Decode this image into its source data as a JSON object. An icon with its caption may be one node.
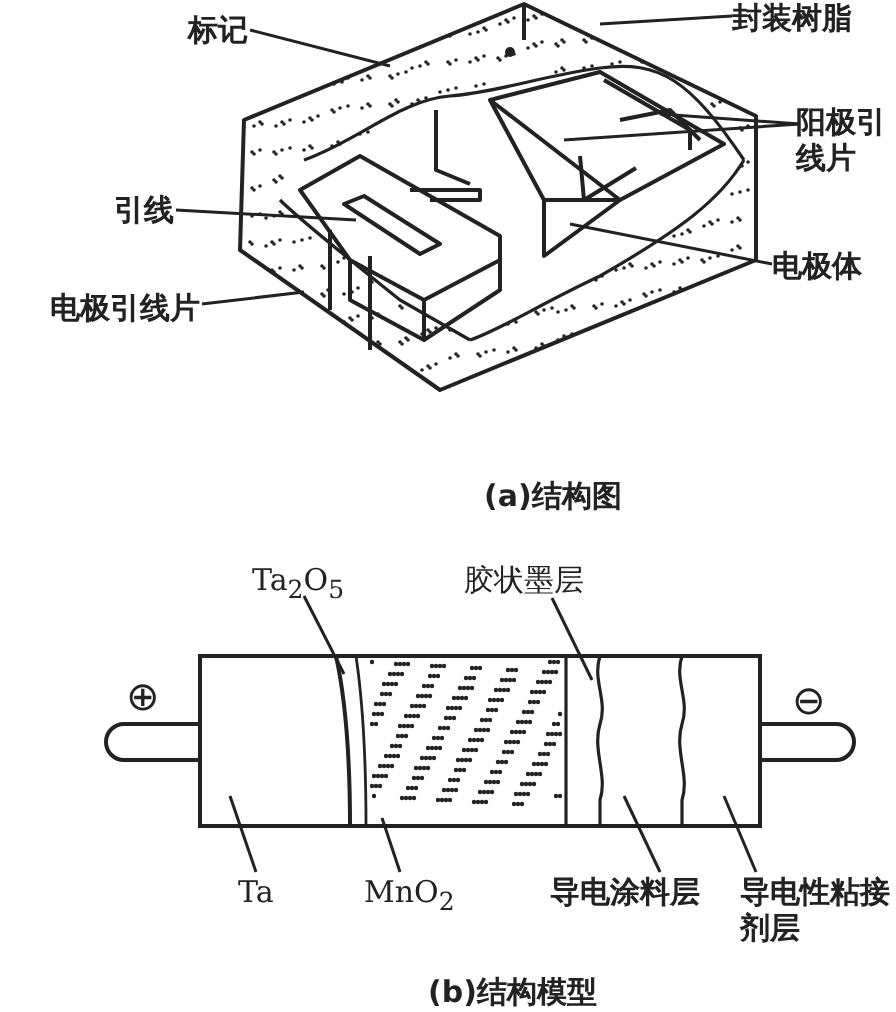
{
  "diagram": {
    "nodes": [
      {
        "text": [
          "封装树脂"
        ]
      },
      {
        "text": [
          "标记"
        ]
      },
      {
        "text": [
          "阳极引线片"
        ]
      },
      {
        "text": [
          "引线"
        ]
      },
      {
        "text": [
          "电极体"
        ]
      },
      {
        "text": [
          "电极引线片"
        ]
      },
      {
        "text": [
          "Ta$_{2}$O$_{5}$"
        ]
      },
      {
        "text": [
          "胶状墨层"
        ]
      },
      {
        "text": [
          "Ta"
        ]
      },
      {
        "text": [
          "MnO$_{2}$"
        ]
      },
      {
        "text": [
          "导电涂料层"
        ]
      },
      {
        "text": [
          "导电性粘接剂层"
        ]
      }
    ],
    "edges": [
      {
        "from": 0,
        "to": null,
        "arrow": "none"
      },
      {
        "from": 1,
        "to": null,
        "arrow": "none"
      },
      {
        "from": 2,
        "to": null,
        "arrow": "none"
      },
      {
        "from": 2,
        "to": null,
        "arrow": "none"
      },
      {
        "from": 3,
        "to": null,
        "arrow": "none"
      },
      {
        "from": 4,
        "to": null,
        "arrow": "none"
      },
      {
        "from": 5,
        "to": null,
        "arrow": "none"
      },
      {
        "from": 6,
        "to": null,
        "arrow": "none"
      },
      {
        "from": 7,
        "to": null,
        "arrow": "none"
      },
      {
        "from": 8,
        "to": null,
        "arrow": "none"
      },
      {
        "from": 9,
        "to": null,
        "arrow": "none"
      },
      {
        "from": 10,
        "to": null,
        "arrow": "none"
      },
      {
        "from": 11,
        "to": null,
        "arrow": "none"
      }
    ],
    "labels": [
      "(a)结构图",
      "⊕",
      "⊖",
      "(b)结构模型"
    ]
  }
}
